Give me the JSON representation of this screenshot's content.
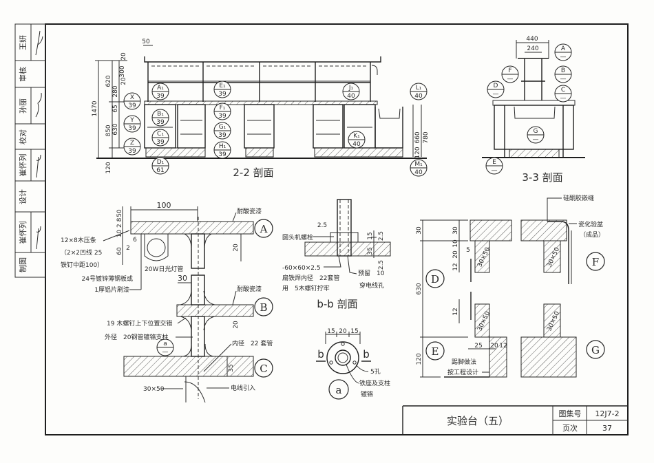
{
  "sign_strip": [
    {
      "role": "审核",
      "name": "王妍"
    },
    {
      "role": "校对",
      "name": "孙丽"
    },
    {
      "role": "设计",
      "name": "崔怀列"
    },
    {
      "role": "制图",
      "name": "崔怀列"
    }
  ],
  "title_block": {
    "title": "实验台（五）",
    "atlas_label": "图集号",
    "atlas_no": "12J7-2",
    "page_label": "页次",
    "page_no": "37"
  },
  "s22": {
    "title": "2-2 剖面",
    "dims": {
      "d50": "50",
      "d20a": "20",
      "d300": "300",
      "d20b": "20",
      "d620": "620",
      "d280": "280",
      "d65": "65",
      "d1470": "1470",
      "d850": "850",
      "d630": "630",
      "d120": "120",
      "d660": "660",
      "d780": "780",
      "d120r": "120"
    },
    "callouts": [
      {
        "top": "X",
        "bottom": "39"
      },
      {
        "top": "Y",
        "bottom": "39"
      },
      {
        "top": "Z",
        "bottom": "39"
      },
      {
        "top": "A₁",
        "bottom": "39"
      },
      {
        "top": "B₁",
        "bottom": "39"
      },
      {
        "top": "C₁",
        "bottom": "39"
      },
      {
        "top": "D₁",
        "bottom": "61"
      },
      {
        "top": "E₁",
        "bottom": "39"
      },
      {
        "top": "F₁",
        "bottom": "39"
      },
      {
        "top": "G₁",
        "bottom": "39"
      },
      {
        "top": "H₁",
        "bottom": "39"
      },
      {
        "top": "J₁",
        "bottom": "40"
      },
      {
        "top": "K₁",
        "bottom": "40"
      },
      {
        "top": "L₁",
        "bottom": "40"
      },
      {
        "top": "M₁",
        "bottom": "40"
      }
    ]
  },
  "s33": {
    "title": "3-3 剖面",
    "dims": {
      "d440": "440",
      "d240": "240"
    },
    "callouts": [
      {
        "top": "A",
        "bottom": "—"
      },
      {
        "top": "B",
        "bottom": "—"
      },
      {
        "top": "C",
        "bottom": "—"
      },
      {
        "top": "D",
        "bottom": "—"
      },
      {
        "top": "F",
        "bottom": "—"
      },
      {
        "top": "G",
        "bottom": "—"
      },
      {
        "top": "E",
        "bottom": "—"
      }
    ]
  },
  "detail_abc": {
    "markers": [
      "A",
      "B",
      "C"
    ],
    "sub_marker": {
      "top": "a",
      "bottom": "—"
    },
    "dims": {
      "d100": "100",
      "d50": "50",
      "d1028": "10 2 8",
      "d6": "6",
      "d2": "2",
      "d60": "60",
      "d20a": "20",
      "d30": "30",
      "d20b": "20",
      "d35": "35"
    },
    "labels": {
      "paint_a": "耐酸瓷漆",
      "paint_b": "耐酸瓷漆",
      "strip1": "12×8木压条",
      "strip2": "（2×2凹线 25",
      "strip3": "铁钉中距100）",
      "lamp": "20W日光灯管",
      "sheet1": "24号镀锌薄钢板或",
      "sheet2": "1厚铝片刷漆",
      "screw": "19 木螺钉上下位置交错",
      "post": "外径　20钢管镀铬支柱",
      "sleeve": "内径　22 套管",
      "timber": "30×50",
      "wire": "电线引入"
    }
  },
  "detail_bb": {
    "title": "b-b 剖面",
    "dims": {
      "d25": "2.5",
      "d15": "15",
      "d25b": "2.5",
      "d35": "35",
      "d25c": "2.5"
    },
    "labels": {
      "bolt": "圆头机螺栓",
      "plate1": "-60×60×2.5",
      "plate2": "扁铁焊内径　22套管",
      "plate3": "用　5木螺钉拧牢",
      "hole1": "预留　10",
      "hole2": "穿电线孔"
    }
  },
  "detail_a": {
    "dims": {
      "d15a": "15",
      "d20": "20",
      "d15b": "15"
    },
    "cut_left": "b",
    "cut_right": "b",
    "labels": {
      "holes": "5孔",
      "base1": "铁座及支柱",
      "base2": "镀铬"
    },
    "marker": "a"
  },
  "detail_defg": {
    "markers": [
      "D",
      "E",
      "F",
      "G"
    ],
    "dims": {
      "d30a": "30",
      "d30b": "30",
      "d10": "10",
      "d5": "5",
      "d20": "20",
      "d12a": "12",
      "d630": "630",
      "d12b": "12",
      "d120": "120",
      "d25": "25",
      "d20b": "20",
      "d12c": "12"
    },
    "timber": [
      "30×50",
      "30×50",
      "30×50",
      "30×50"
    ],
    "labels": {
      "sealant": "硅酮胶嵌缝",
      "sink1": "瓷化验盆",
      "sink2": "（成品）",
      "skirt1": "踢脚做法",
      "skirt2": "按工程设计"
    }
  }
}
